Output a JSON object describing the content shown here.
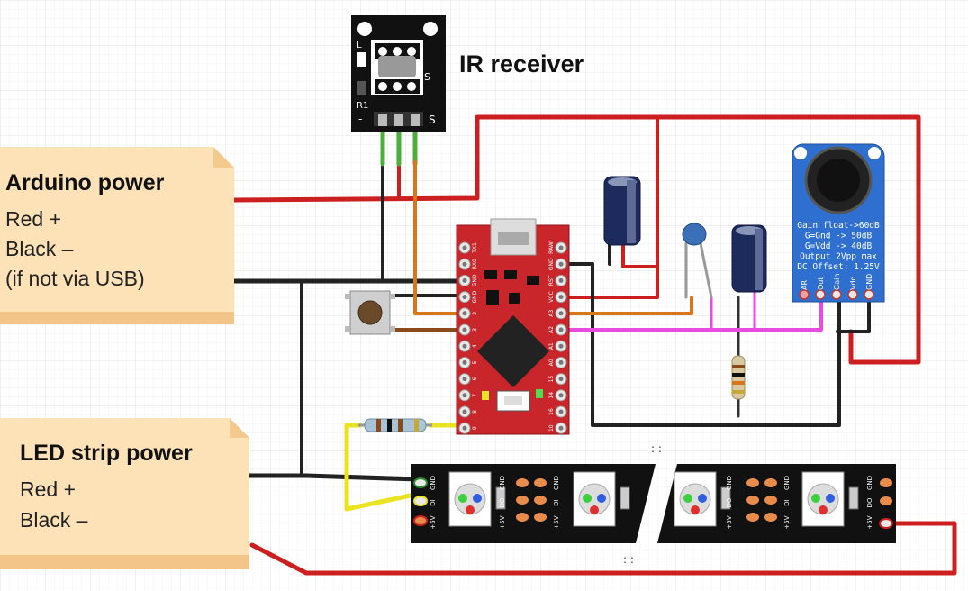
{
  "ir_module": {
    "title": "IR receiver",
    "pin_s": "S",
    "pin_minus": "-",
    "top_s": "S",
    "mark_l": "L",
    "mark_r1": "R1"
  },
  "notes": {
    "arduino": {
      "title": "Arduino power",
      "lines": [
        "Red +",
        "Black –",
        "(if not via USB)"
      ]
    },
    "led": {
      "title": "LED strip power",
      "lines": [
        "Red +",
        "Black –"
      ]
    }
  },
  "mic_board": {
    "lines": [
      "Gain float->60dB",
      "G=Gnd -> 50dB",
      "G=Vdd -> 40dB",
      "Output 2Vpp max",
      "DC Offset: 1.25V"
    ],
    "pins": [
      "AR",
      "Out",
      "Gain",
      "Vdd",
      "GND"
    ]
  },
  "arduino_board": {
    "left_pins": [
      "TX1",
      "RX0",
      "GND",
      "GND",
      "2",
      "3",
      "4",
      "5",
      "6",
      "7",
      "8",
      "9"
    ],
    "right_pins": [
      "RAW",
      "GND",
      "RST",
      "VCC",
      "A3",
      "A2",
      "A1",
      "A0",
      "15",
      "14",
      "16",
      "10"
    ]
  },
  "led_strip": {
    "pin_labels": [
      "GND",
      "DI",
      "+5V"
    ],
    "pad_labels": [
      "GND",
      "DO",
      "+5V"
    ]
  },
  "colors": {
    "red_wire": "#cc1f1f",
    "black_wire": "#222222",
    "green_wire": "#4caf3a",
    "orange_wire": "#d9761c",
    "brown_wire": "#8b4a1b",
    "pink_wire": "#e84be0",
    "yellow_wire": "#e9e321",
    "note_fill": "#fde2b8",
    "board_red": "#c8262b",
    "mic_blue": "#2f6fd0"
  }
}
